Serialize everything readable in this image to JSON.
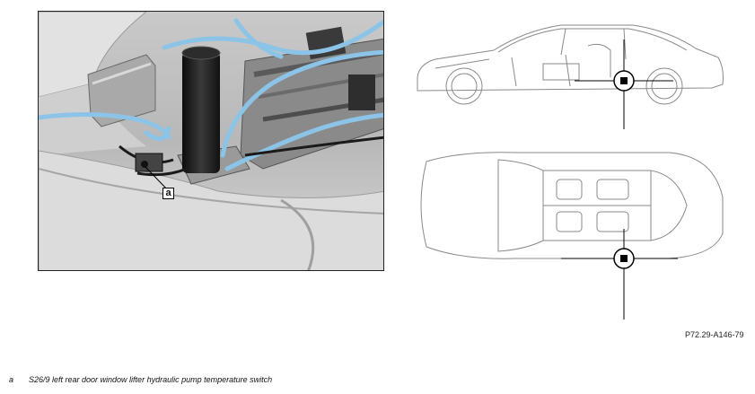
{
  "callout": {
    "letter": "a"
  },
  "figure_code": "P72.29-A146-79",
  "caption": {
    "letter": "a",
    "text": "S26/9 left rear door window lifter hydraulic pump temperature switch"
  },
  "colors": {
    "hose": "#8cc4e8",
    "pump": "#1c1c1c",
    "marker": "#000000"
  }
}
